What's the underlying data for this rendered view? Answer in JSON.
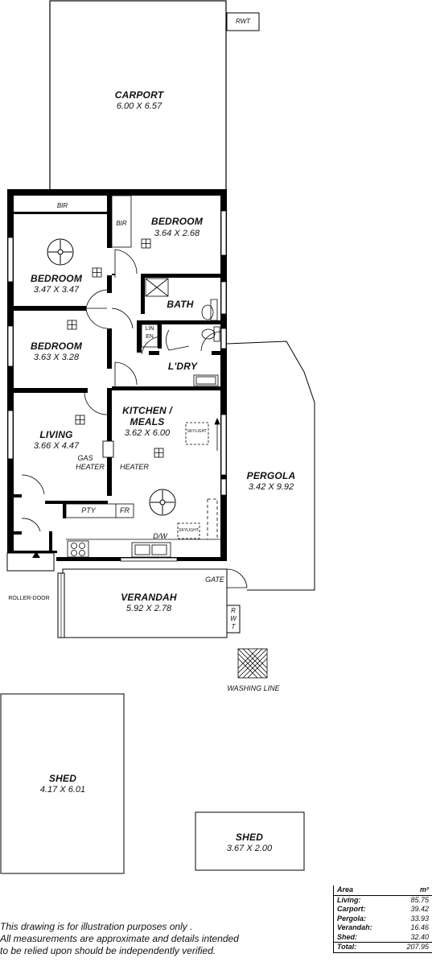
{
  "rooms": {
    "carport": {
      "name": "CARPORT",
      "dims": "6.00 X 6.57"
    },
    "bedroom1": {
      "name": "BEDROOM",
      "dims": "3.64 X 2.68"
    },
    "bedroom2": {
      "name": "BEDROOM",
      "dims": "3.47 X 3.47"
    },
    "bedroom3": {
      "name": "BEDROOM",
      "dims": "3.63 X 3.28"
    },
    "bath": {
      "name": "BATH"
    },
    "laundry": {
      "name": "L'DRY"
    },
    "kitchen": {
      "name_line1": "KITCHEN /",
      "name_line2": "MEALS",
      "dims": "3.62 X 6.00"
    },
    "living": {
      "name": "LIVING",
      "dims": "3.66 X 4.47"
    },
    "pergola": {
      "name": "PERGOLA",
      "dims": "3.42 X 9.92"
    },
    "verandah": {
      "name": "VERANDAH",
      "dims": "5.92 X 2.78"
    },
    "shed1": {
      "name": "SHED",
      "dims": "4.17 X 6.01"
    },
    "shed2": {
      "name": "SHED",
      "dims": "3.67 X 2.00"
    }
  },
  "fixtures": {
    "rwt_top": "RWT",
    "bir_top": "BIR",
    "bir_side": "BIR",
    "linen_line1": "LIN",
    "linen_line2": "EN",
    "gas_heater_line1": "GAS",
    "gas_heater_line2": "HEATER",
    "heater": "HEATER",
    "skylight1": "SKYLIGHT",
    "skylight2": "SKYLIGHT",
    "pantry": "PTY",
    "fridge": "FR",
    "dishwasher": "D/W",
    "gate": "GATE",
    "roller_door": "ROLLER-DOOR",
    "rwt_side_1": "R",
    "rwt_side_2": "W",
    "rwt_side_3": "T",
    "washing_line": "WASHING LINE"
  },
  "disclaimer": {
    "line1": "This drawing is for illustration purposes only .",
    "line2": "All measurements are approximate and details intended",
    "line3": "to be relied upon should be independently verified."
  },
  "area_table": {
    "header_label": "Area",
    "header_unit": "m²",
    "rows": [
      {
        "label": "Living:",
        "value": "85.75"
      },
      {
        "label": "Carport:",
        "value": "39.42"
      },
      {
        "label": "Pergola:",
        "value": "33.93"
      },
      {
        "label": "Verandah:",
        "value": "16.46"
      },
      {
        "label": "Shed:",
        "value": "32.40"
      }
    ],
    "total_label": "Total:",
    "total_value": "207.95"
  }
}
